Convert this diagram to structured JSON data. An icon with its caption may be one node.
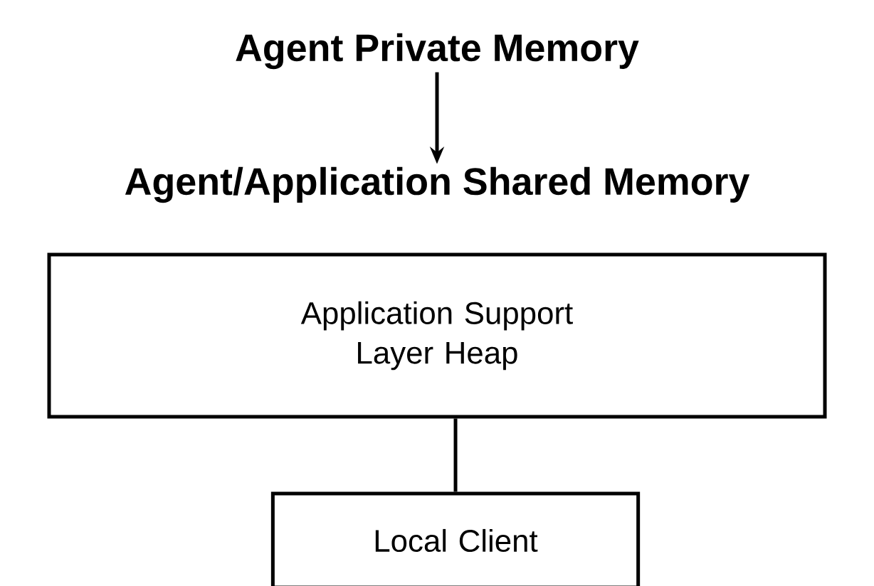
{
  "diagram": {
    "nodes": [
      {
        "text": [
          "Agent Private Memory"
        ]
      },
      {
        "text": [
          "Agent/Application Shared Memory"
        ]
      },
      {
        "text": [
          "Application Support Layer Heap"
        ]
      },
      {
        "text": [
          "Local Client"
        ]
      }
    ],
    "edges": [
      {
        "from": 0,
        "to": 1,
        "arrow": "to"
      },
      {
        "from": 2,
        "to": 3,
        "arrow": "none"
      }
    ]
  }
}
